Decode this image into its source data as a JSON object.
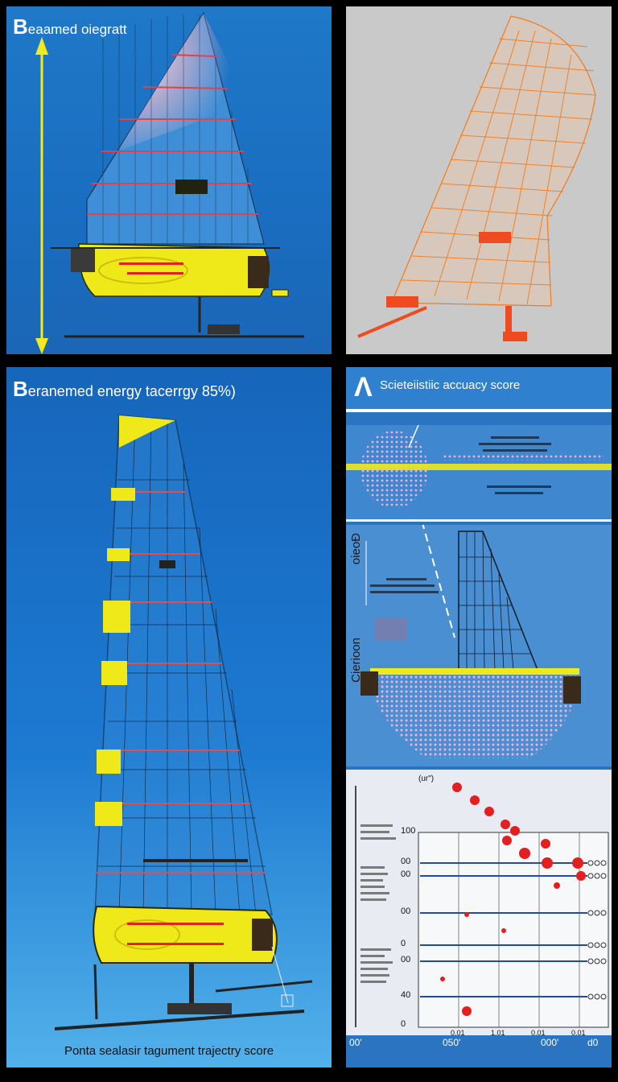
{
  "top_left": {
    "title_initial": "B",
    "title_rest": "eaamed oiegratt"
  },
  "bottom_left": {
    "title_initial": "B",
    "title_rest": "eranemed energy tacerrgy 85%)",
    "caption": "Ponta sealasir tagument trajectry score"
  },
  "bottom_right": {
    "header_icon": "Λ",
    "header_title": "Scieteiistiic accuacy score",
    "section2_label_top": "oieoÐ",
    "section2_label_bottom": "Cierioon",
    "plot": {
      "unit": "(ur\")",
      "y_labels": [
        "100",
        "00",
        "00",
        "00",
        "0",
        "00",
        "40",
        "0"
      ],
      "x_labels": [
        "00'",
        "050'",
        "000'",
        "d0"
      ],
      "x_tick_labels": [
        "0.01",
        "1.01",
        "0.01",
        "0.01"
      ]
    }
  },
  "colors": {
    "panel_blue": "#1f78c8",
    "hull_yellow": "#f0e91a",
    "wire_orange": "#f57a18",
    "mark_red": "#e41f1f",
    "series_blue": "#2147b8"
  }
}
